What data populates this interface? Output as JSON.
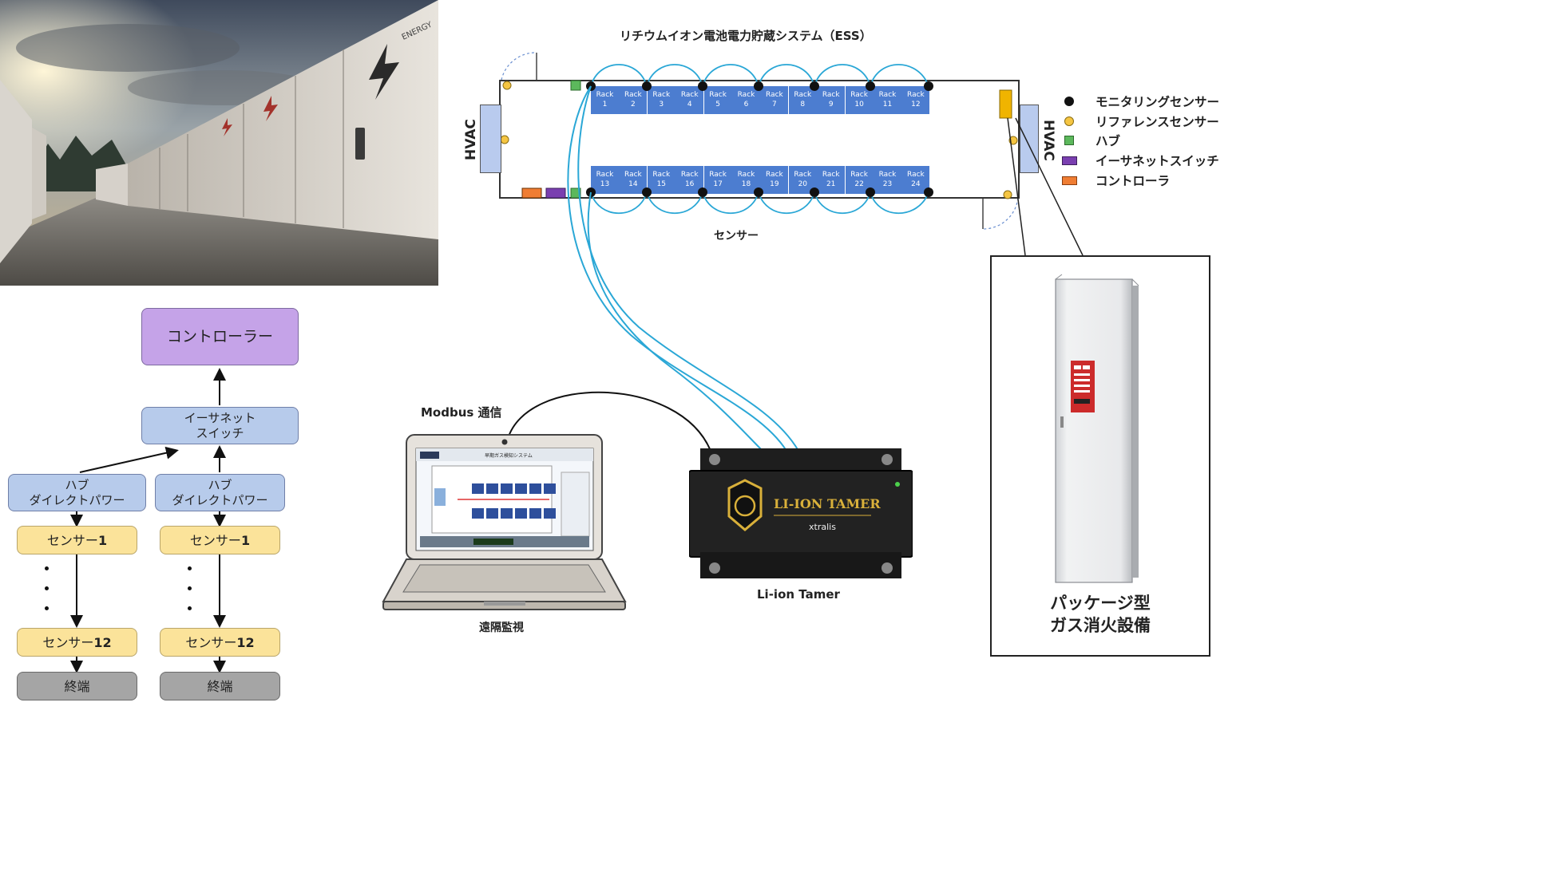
{
  "title": "リチウムイオン電池電力貯蔵システム（ESS）",
  "photo": {
    "wall_text": "ENERGY"
  },
  "hvac_label": "HVAC",
  "racks": [
    {
      "label": "Rack",
      "num": "1"
    },
    {
      "label": "Rack",
      "num": "2"
    },
    {
      "label": "Rack",
      "num": "3"
    },
    {
      "label": "Rack",
      "num": "4"
    },
    {
      "label": "Rack",
      "num": "5"
    },
    {
      "label": "Rack",
      "num": "6"
    },
    {
      "label": "Rack",
      "num": "7"
    },
    {
      "label": "Rack",
      "num": "8"
    },
    {
      "label": "Rack",
      "num": "9"
    },
    {
      "label": "Rack",
      "num": "10"
    },
    {
      "label": "Rack",
      "num": "11"
    },
    {
      "label": "Rack",
      "num": "12"
    },
    {
      "label": "Rack",
      "num": "13"
    },
    {
      "label": "Rack",
      "num": "14"
    },
    {
      "label": "Rack",
      "num": "15"
    },
    {
      "label": "Rack",
      "num": "16"
    },
    {
      "label": "Rack",
      "num": "17"
    },
    {
      "label": "Rack",
      "num": "18"
    },
    {
      "label": "Rack",
      "num": "19"
    },
    {
      "label": "Rack",
      "num": "20"
    },
    {
      "label": "Rack",
      "num": "21"
    },
    {
      "label": "Rack",
      "num": "22"
    },
    {
      "label": "Rack",
      "num": "23"
    },
    {
      "label": "Rack",
      "num": "24"
    }
  ],
  "sensor_label": "センサー",
  "legend": {
    "monitoring": "モニタリングセンサー",
    "reference": "リファレンスセンサー",
    "hub": "ハブ",
    "ethernet": "イーサネットスイッチ",
    "controller": "コントローラ"
  },
  "flow": {
    "controller": "コントローラー",
    "switch_line1": "イーサネット",
    "switch_line2": "スイッチ",
    "hub_line1": "ハブ",
    "hub_line2": "ダイレクトパワー",
    "sensor1_prefix": "センサー",
    "sensor1_num": "1",
    "sensor12_prefix": "センサー",
    "sensor12_num": "12",
    "terminal": "終端"
  },
  "modbus_label": "Modbus 通信",
  "laptop_caption": "遠隔監視",
  "laptop_screen_title": "早期ガス検知システム",
  "device": {
    "brand": "LI-ION TAMER",
    "maker": "xtralis"
  },
  "device_caption": "Li-ion Tamer",
  "extinguisher_line1": "パッケージ型",
  "extinguisher_line2": "ガス消火設備",
  "colors": {
    "rack": "#4c7dd0",
    "cable": "#2aa7d6",
    "controller_box": "#c5a3e8",
    "switch_box": "#b7cbeb",
    "sensor_box": "#fbe39a",
    "terminal_box": "#a5a5a5"
  }
}
